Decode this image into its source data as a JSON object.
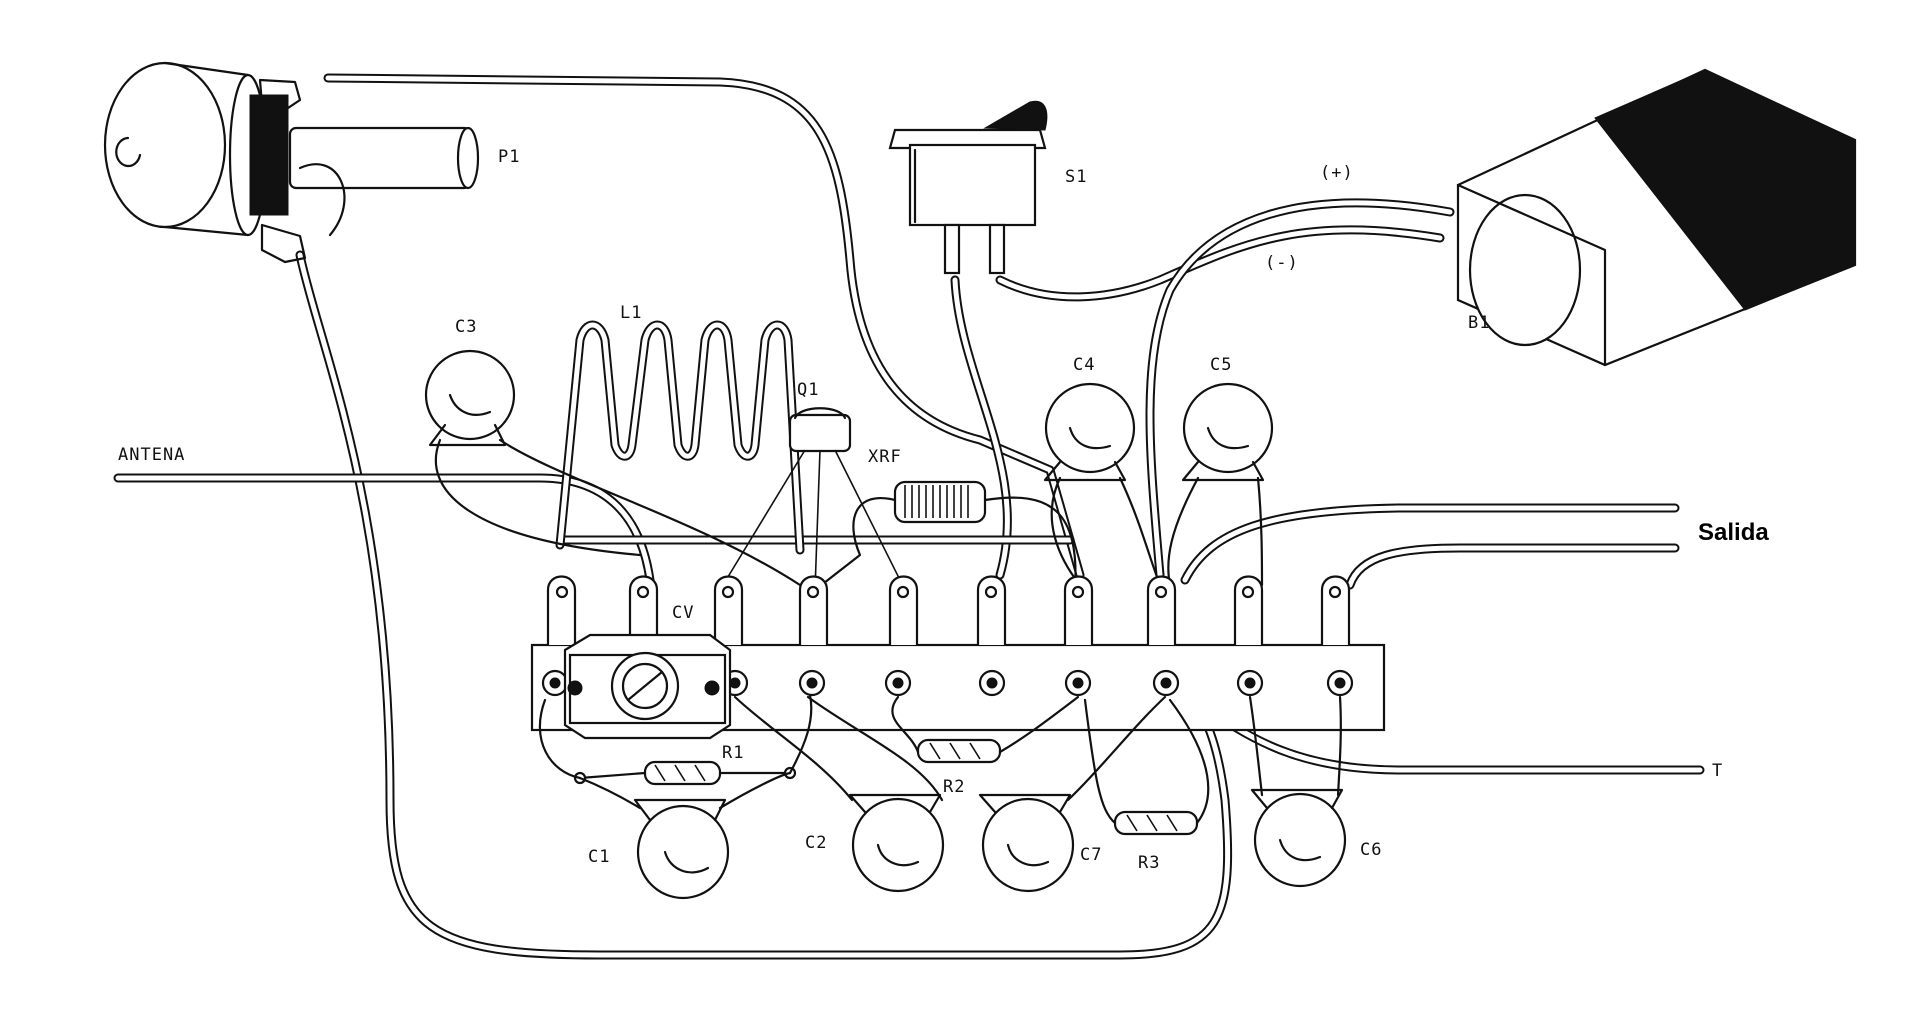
{
  "labels": {
    "p1": "P1",
    "s1": "S1",
    "b1": "B1",
    "plus": "(+)",
    "minus": "(-)",
    "l1": "L1",
    "c3": "C3",
    "q1": "Q1",
    "xrf": "XRF",
    "c4": "C4",
    "c5": "C5",
    "antena": "ANTENA",
    "salida": "Salida",
    "cv": "CV",
    "r1": "R1",
    "r2": "R2",
    "r3": "R3",
    "c1": "C1",
    "c2": "C2",
    "c7": "C7",
    "c6": "C6",
    "t": "T"
  },
  "colors": {
    "ink": "#111111",
    "paper": "#ffffff"
  }
}
